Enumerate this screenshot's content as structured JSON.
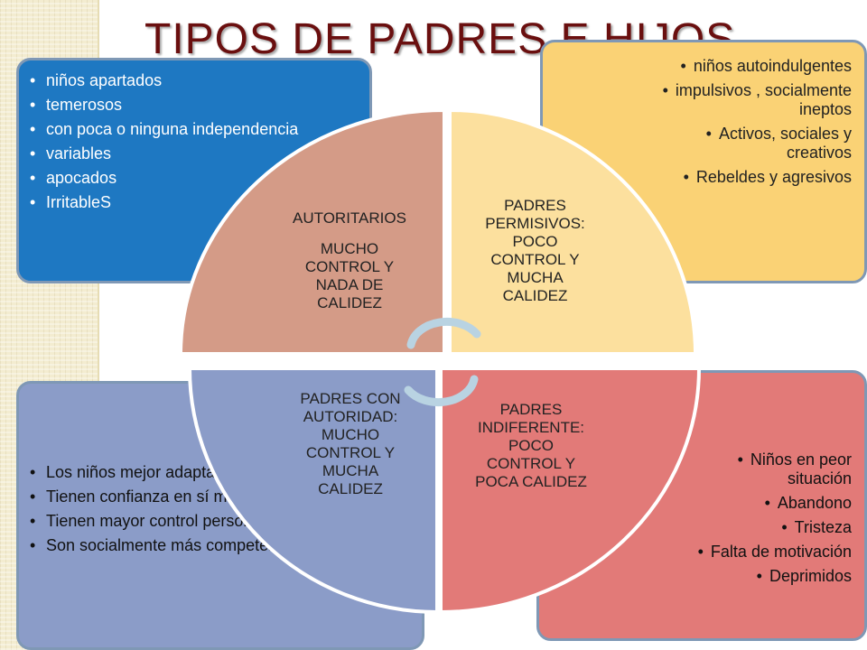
{
  "slide": {
    "title": "TIPOS DE PADRES E HIJOS"
  },
  "boxes": {
    "top_left": {
      "color": "#1e78c2",
      "items": [
        "niños apartados",
        " temerosos",
        "con poca o ninguna independencia",
        "variables",
        " apocados",
        "IrritableS"
      ]
    },
    "top_right": {
      "color": "#fad275",
      "items": [
        "niños autoindulgentes",
        "impulsivos , socialmente ineptos",
        "Activos, sociales y creativos",
        "Rebeldes y agresivos"
      ]
    },
    "bottom_left": {
      "color": "#8b9cc8",
      "items": [
        "Los niños mejor adaptados",
        "Tienen confianza en sí mismos",
        "Tienen mayor control personal",
        "Son socialmente más competentes"
      ]
    },
    "bottom_right": {
      "color": "#e27a78",
      "items": [
        "Niños en peor situación",
        "Abandono",
        "Tristeza",
        "Falta de motivación",
        "Deprimidos"
      ]
    }
  },
  "quadrants": {
    "top_left": {
      "color": "#d49b87",
      "heading": "AUTORITARIOS",
      "lines": [
        "MUCHO",
        "CONTROL Y",
        "NADA DE",
        "CALIDEZ"
      ]
    },
    "top_right": {
      "color": "#fce09e",
      "lines": [
        "PADRES",
        "PERMISIVOS:",
        "POCO",
        "CONTROL Y",
        "MUCHA",
        "CALIDEZ"
      ]
    },
    "bottom_left": {
      "color": "#8b9cc8",
      "lines": [
        "PADRES CON",
        "AUTORIDAD:",
        "MUCHO",
        "CONTROL Y",
        "MUCHA",
        "CALIDEZ"
      ]
    },
    "bottom_right": {
      "color": "#e27a78",
      "lines": [
        "PADRES",
        "INDIFERENTE:",
        "POCO",
        "CONTROL Y",
        "POCA CALIDEZ"
      ]
    }
  },
  "colors": {
    "title": "#6a0f0f",
    "box_border": "#7f98b5",
    "cycle_arrow": "#b9d3e2"
  }
}
